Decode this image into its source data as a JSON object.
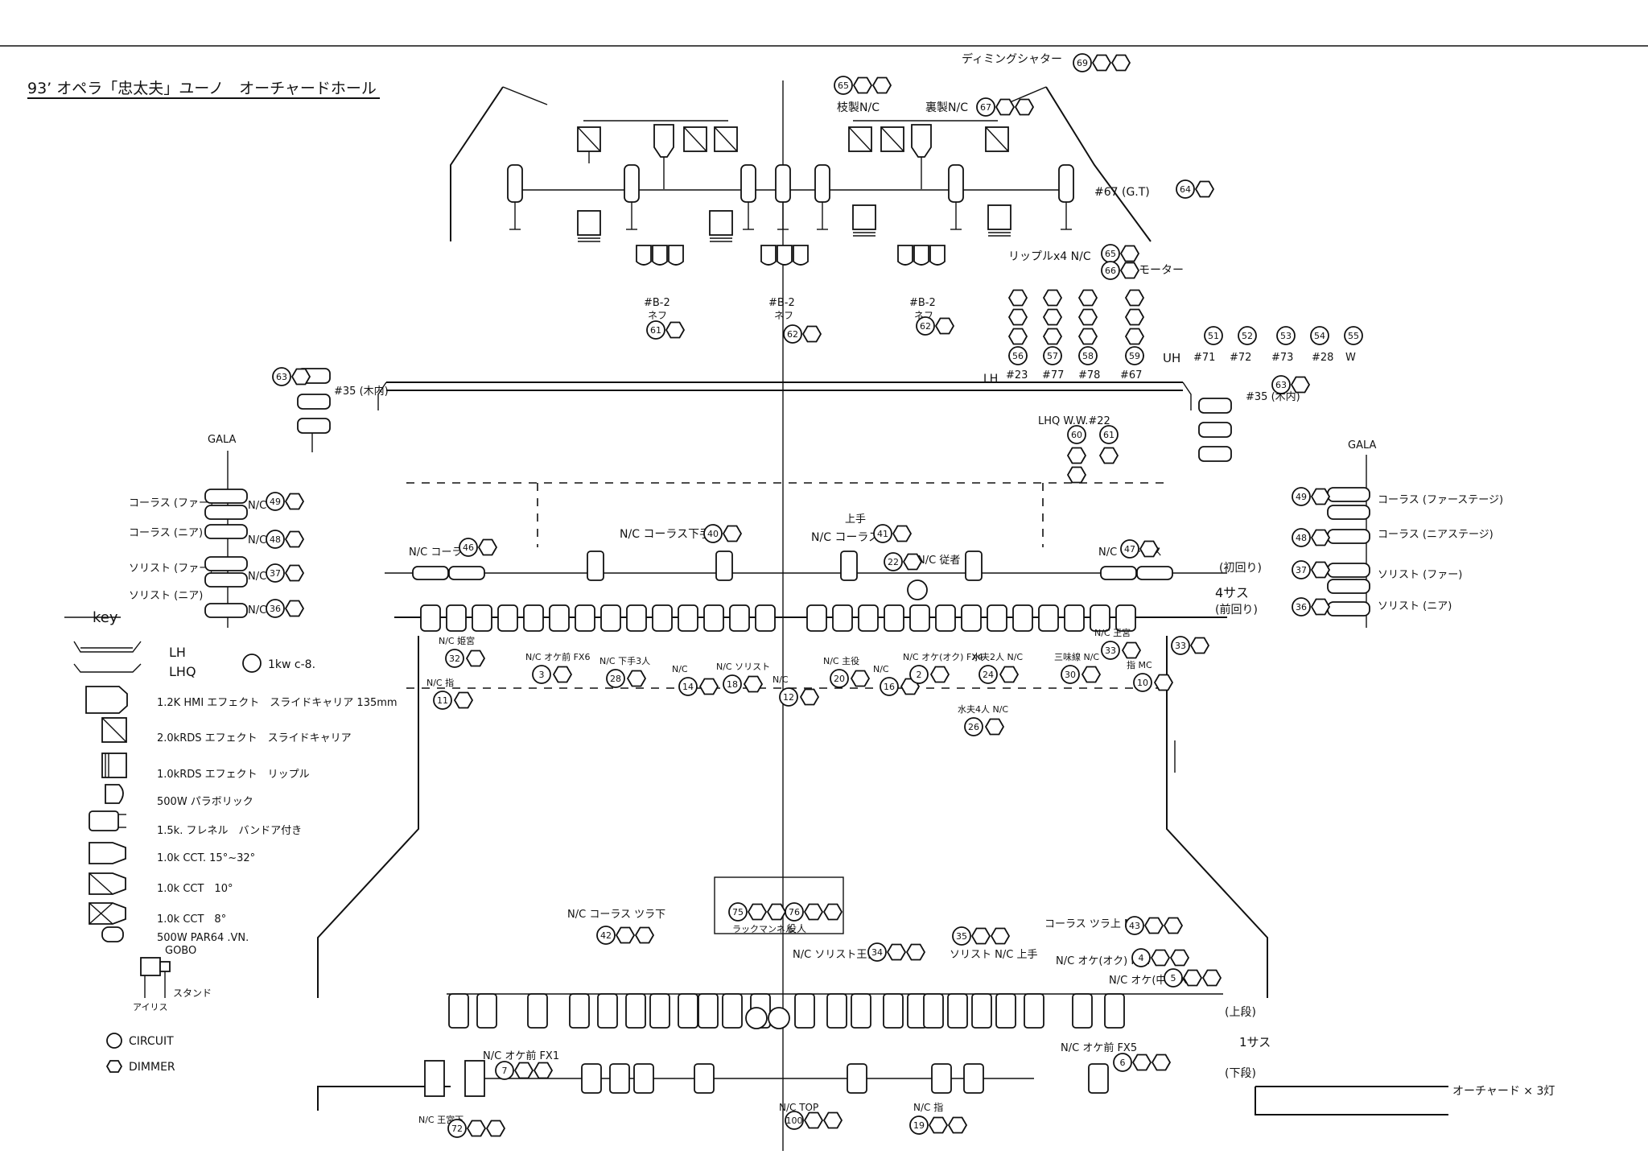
{
  "title": "93’ オペラ「忠太夫」ユーノ　オーチャードホール",
  "top_labels": {
    "dimming": "ディミングシャター",
    "dimming_no": "69",
    "left_group": "枝製N/C",
    "left_group_no": "65",
    "right_group": "裏製N/C",
    "right_group_no": "67",
    "gt": "#67 (G.T)",
    "gt_no": "64",
    "ripple": "リップルx4 N/C",
    "ripple_no": "65",
    "motor": "モーター",
    "motor_no": "66",
    "b2": [
      "#B-2",
      "#B-2",
      "#B-2"
    ],
    "b2_sub": [
      "ネフ",
      "ネフ",
      "ネフ"
    ],
    "b2_no": [
      "61",
      "62",
      "62"
    ]
  },
  "uh": {
    "label": "UH",
    "items": [
      "#71",
      "#72",
      "#73",
      "#28",
      "W"
    ],
    "nos": [
      "51",
      "52",
      "53",
      "54",
      "55"
    ]
  },
  "lh": {
    "label": "LH",
    "items": [
      "#23",
      "#77",
      "#78",
      "#67"
    ],
    "nos": [
      "56",
      "57",
      "58",
      "59"
    ]
  },
  "lhq": {
    "label": "LHQ W.W.#22",
    "nos": [
      "60",
      "61"
    ]
  },
  "side": {
    "left_35": "#35 (木内)",
    "left_35_no": "63",
    "right_35": "#35 (木内)",
    "right_35_no": "63",
    "gala": "GALA"
  },
  "left_booms": [
    {
      "label": "コーラス (ファー)",
      "nc": "N/C",
      "no": "49"
    },
    {
      "label": "コーラス (ニア)",
      "nc": "N/C",
      "no": "48"
    },
    {
      "label": "ソリスト (ファー)",
      "nc": "N/C",
      "no": "37"
    },
    {
      "label": "ソリスト (ニア)",
      "nc": "N/C",
      "no": "36"
    }
  ],
  "right_booms": [
    {
      "label": "コーラス (ファーステージ)",
      "no": "49"
    },
    {
      "label": "コーラス (ニアステージ)",
      "no": "48"
    },
    {
      "label": "ソリスト (ファー)",
      "no": "37"
    },
    {
      "label": "ソリスト (ニア)",
      "no": "36"
    }
  ],
  "pipe4": {
    "upper_left": "N/C コーラス",
    "upper_left_no": "46",
    "chorus_down": "N/C コーラス下手",
    "chorus_down_no": "40",
    "kamite": "上手",
    "chorus_up": "N/C コーラス",
    "chorus_up_no": "41",
    "gyosha": "N/C 従者",
    "gyosha_no": "22",
    "upper_right": "N/C コーラス",
    "upper_right_no": "47",
    "label_top": "(初回り)",
    "label_mid": "4サス",
    "label_bot": "(前回り)",
    "right_no": "33"
  },
  "pipe4_lower": [
    {
      "text": "N/C 姫宮",
      "no": "32"
    },
    {
      "text": "N/C 指",
      "no": "11"
    },
    {
      "text": "N/C オケ前 FX6",
      "no": "3"
    },
    {
      "text": "N/C 下手3人",
      "no": "28"
    },
    {
      "text": "N/C",
      "no": "14"
    },
    {
      "text": "N/C ソリスト",
      "no": "18"
    },
    {
      "text": "N/C",
      "no": "12"
    },
    {
      "text": "N/C 主役",
      "no": "20"
    },
    {
      "text": "N/C",
      "no": "16"
    },
    {
      "text": "N/C オケ(オク) FX4",
      "no": "2"
    },
    {
      "text": "水夫2人 N/C",
      "no": "24"
    },
    {
      "text": "三味線 N/C",
      "no": "30"
    },
    {
      "text": "N/C 王宮",
      "no": "33"
    },
    {
      "text": "指 MC",
      "no": "10"
    },
    {
      "text": "水夫4人 N/C",
      "no": "26"
    }
  ],
  "pipe1": {
    "chorus_left": "N/C コーラス ツラ下",
    "chorus_left_no": "42",
    "rack": "ラックマンネル",
    "rack_no": "75",
    "yaku": "役人",
    "yaku_no": "76",
    "solo_oumiya": "N/C ソリスト王宮",
    "solo_oumiya_no": "34",
    "solo_kamite": "ソリスト N/C 上手",
    "solo_kamite_no": "35",
    "chorus_right": "コーラス ツラ上 N/C",
    "chorus_right_no": "43",
    "oke_oku": "N/C オケ(オク) FX4",
    "oke_oku_no": "4",
    "oke_fx6": "N/C オケ(中) FX6",
    "oke_fx6_no": "5",
    "upper": "(上段)",
    "sus": "1サス",
    "lower": "(下段)",
    "oke_mae5": "N/C オケ前 FX5",
    "oke_mae5_no": "6",
    "oke_mae1": "N/C オケ前 FX1",
    "oke_mae1_no": "7",
    "left_no": "72",
    "left_text": "N/C 王宮下",
    "top": "N/C TOP",
    "top_no": "100",
    "center_low": "N/C 指",
    "center_low_no": "19",
    "footer_right": "オーチャード × 3灯"
  },
  "legend": {
    "key": "key",
    "items": [
      {
        "icon": "lh-icon",
        "text": "LH"
      },
      {
        "icon": "lhq-icon",
        "text": "LHQ"
      },
      {
        "icon": "circle-1kw-icon",
        "text": "1kw c-8."
      },
      {
        "icon": "hmi-effect-icon",
        "text": "1.2K HMI エフェクト　スライドキャリア 135mm"
      },
      {
        "icon": "rds-effect-icon",
        "text": "2.0kRDS エフェクト　スライドキャリア"
      },
      {
        "icon": "rds-ripple-icon",
        "text": "1.0kRDS エフェクト　リップル"
      },
      {
        "icon": "parabolic-icon",
        "text": "500W パラボリック"
      },
      {
        "icon": "fresnel-icon",
        "text": "1.5k. フレネル　バンドア付き"
      },
      {
        "icon": "cct-icon",
        "text": "1.0k CCT. 15°~32°"
      },
      {
        "icon": "cct10-icon",
        "text": "1.0k CCT　10°"
      },
      {
        "icon": "cct8-icon",
        "text": "1.0k CCT　8°"
      },
      {
        "icon": "par64-icon",
        "text": "500W PAR64 .VN."
      },
      {
        "icon": "gobo-icon",
        "text": "GOBO"
      }
    ],
    "iris": "アイリス",
    "stand": "スタンド",
    "circuit": "CIRCUIT",
    "dimmer": "DIMMER"
  }
}
